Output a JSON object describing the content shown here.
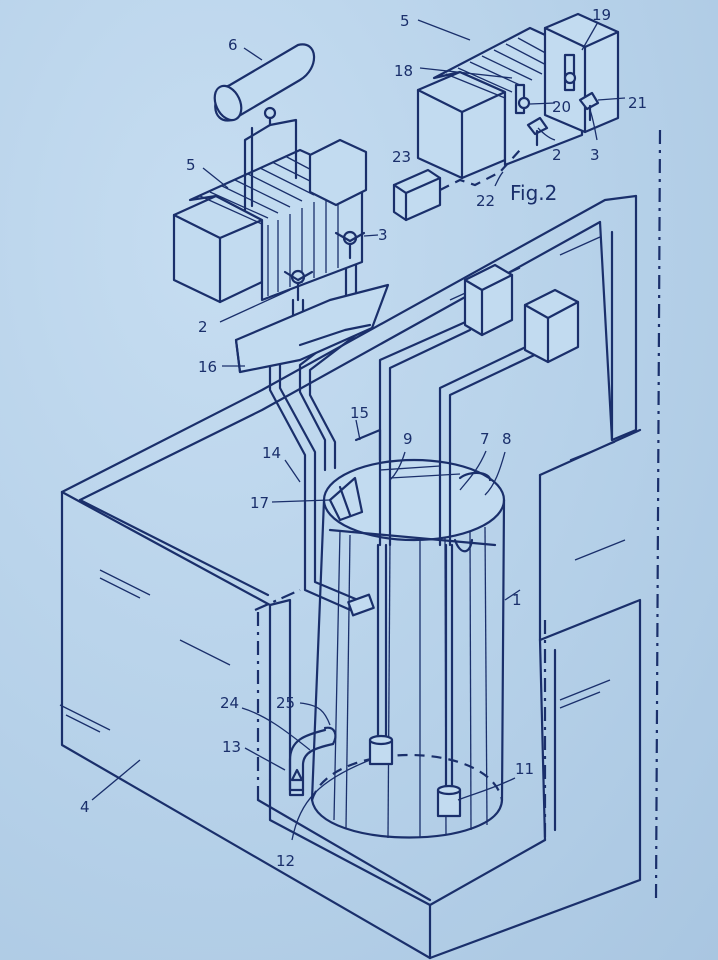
{
  "labels": {
    "l1": "1",
    "l2": "2",
    "l2b": "2",
    "l3": "3",
    "l3b": "3",
    "l4": "4",
    "l5": "5",
    "l5b": "5",
    "l6": "6",
    "l7": "7",
    "l8": "8",
    "l9": "9",
    "l11": "11",
    "l12": "12",
    "l13": "13",
    "l14": "14",
    "l15": "15",
    "l16": "16",
    "l17": "17",
    "l18": "18",
    "l19": "19",
    "l20": "20",
    "l21": "21",
    "l22": "22",
    "l23": "23",
    "l24": "24",
    "l25": "25"
  },
  "figure_caption": "Fig.2",
  "colors": {
    "ink": "#1a2f6b",
    "paper": "#b8d3ea"
  }
}
